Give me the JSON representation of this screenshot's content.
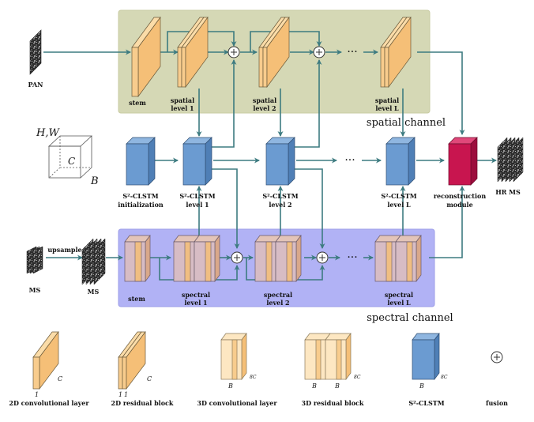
{
  "colors": {
    "spatial_bg": "#d5d8b5",
    "spectral_bg": "#b1b2f5",
    "orange": "#f5bf77",
    "orange_light": "#fbdca8",
    "blue": "#6b9bd1",
    "crimson": "#c8154f",
    "flow": "#3d7b80"
  },
  "inputs": {
    "pan": "PAN",
    "ms": "MS",
    "ms_up": "MS",
    "upsample": "upsample",
    "hr_ms": "HR MS"
  },
  "spatial": {
    "stem": "stem",
    "level1": [
      "spatial",
      "level 1"
    ],
    "level2": [
      "spatial",
      "level 2"
    ],
    "levelL": [
      "spatial",
      "level L"
    ],
    "channel_label": "spatial channel"
  },
  "clstm": {
    "init": [
      "S²-CLSTM",
      "initialization"
    ],
    "level1": [
      "S²-CLSTM",
      "level 1"
    ],
    "level2": [
      "S²-CLSTM",
      "level 2"
    ],
    "levelL": [
      "S²-CLSTM",
      "level L"
    ],
    "reconstruction": [
      "reconstruction",
      "module"
    ]
  },
  "spectral": {
    "stem": "stem",
    "level1": [
      "spectral",
      "level 1"
    ],
    "level2": [
      "spectral",
      "level 2"
    ],
    "levelL": [
      "spectral",
      "level L"
    ],
    "channel_label": "spectral channel"
  },
  "cube": {
    "hw": "H,W",
    "c": "C",
    "b": "B"
  },
  "ellipsis": "···",
  "legend": {
    "conv2d": "2D convolutional layer",
    "res2d": "2D residual block",
    "conv3d": "3D convolutional layer",
    "res3d": "3D residual block",
    "clstm": "S²-CLSTM",
    "fusion": "fusion",
    "dim_1": "1",
    "dim_c": "C",
    "dim_b": "B",
    "dim_8c": "8C"
  }
}
